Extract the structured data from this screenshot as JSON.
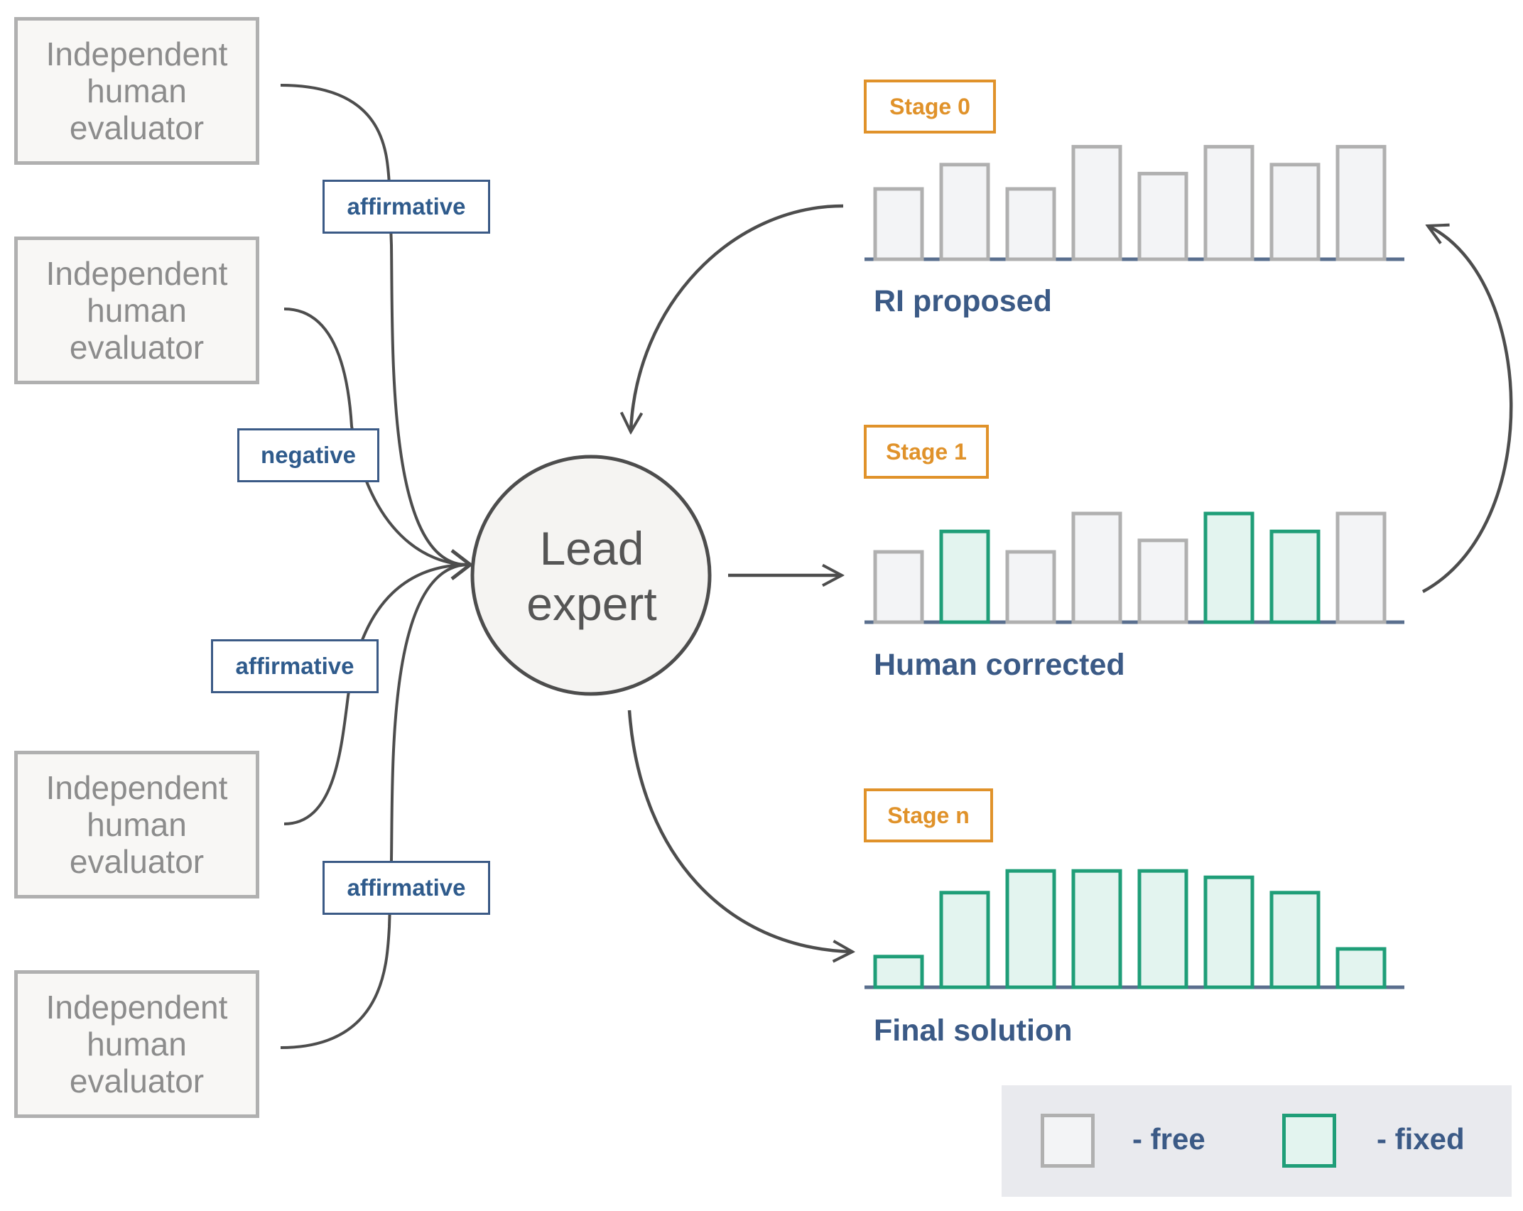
{
  "evaluators": [
    {
      "label": "Independent human evaluator"
    },
    {
      "label": "Independent human evaluator"
    },
    {
      "label": "Independent human evaluator"
    },
    {
      "label": "Independent human evaluator"
    }
  ],
  "feedback_tags": [
    "affirmative",
    "negative",
    "affirmative",
    "affirmative"
  ],
  "lead": {
    "line1": "Lead",
    "line2": "expert"
  },
  "stages": [
    {
      "tag": "Stage 0",
      "caption": "RI proposed",
      "bars": [
        {
          "height": 0.55,
          "state": "free"
        },
        {
          "height": 0.74,
          "state": "free"
        },
        {
          "height": 0.55,
          "state": "free"
        },
        {
          "height": 0.88,
          "state": "free"
        },
        {
          "height": 0.67,
          "state": "free"
        },
        {
          "height": 0.88,
          "state": "free"
        },
        {
          "height": 0.74,
          "state": "free"
        },
        {
          "height": 0.88,
          "state": "free"
        }
      ]
    },
    {
      "tag": "Stage 1",
      "caption": "Human corrected",
      "bars": [
        {
          "height": 0.55,
          "state": "free"
        },
        {
          "height": 0.71,
          "state": "fixed"
        },
        {
          "height": 0.55,
          "state": "free"
        },
        {
          "height": 0.85,
          "state": "free"
        },
        {
          "height": 0.64,
          "state": "free"
        },
        {
          "height": 0.85,
          "state": "fixed"
        },
        {
          "height": 0.71,
          "state": "fixed"
        },
        {
          "height": 0.85,
          "state": "free"
        }
      ]
    },
    {
      "tag": "Stage n",
      "caption": "Final solution",
      "bars": [
        {
          "height": 0.24,
          "state": "fixed"
        },
        {
          "height": 0.74,
          "state": "fixed"
        },
        {
          "height": 0.91,
          "state": "fixed"
        },
        {
          "height": 0.91,
          "state": "fixed"
        },
        {
          "height": 0.91,
          "state": "fixed"
        },
        {
          "height": 0.86,
          "state": "fixed"
        },
        {
          "height": 0.74,
          "state": "fixed"
        },
        {
          "height": 0.3,
          "state": "fixed"
        }
      ]
    }
  ],
  "legend": {
    "free_label": "- free",
    "fixed_label": "- fixed"
  },
  "colors": {
    "free_stroke": "#b0b0b0",
    "free_fill": "#f3f4f6",
    "fixed_stroke": "#1f9e78",
    "fixed_fill": "#e3f4ef",
    "axis": "#5a6f8e",
    "arrow": "#4d4d4d",
    "stage_tag": "#e0922a",
    "label_blue": "#3b5a86"
  }
}
